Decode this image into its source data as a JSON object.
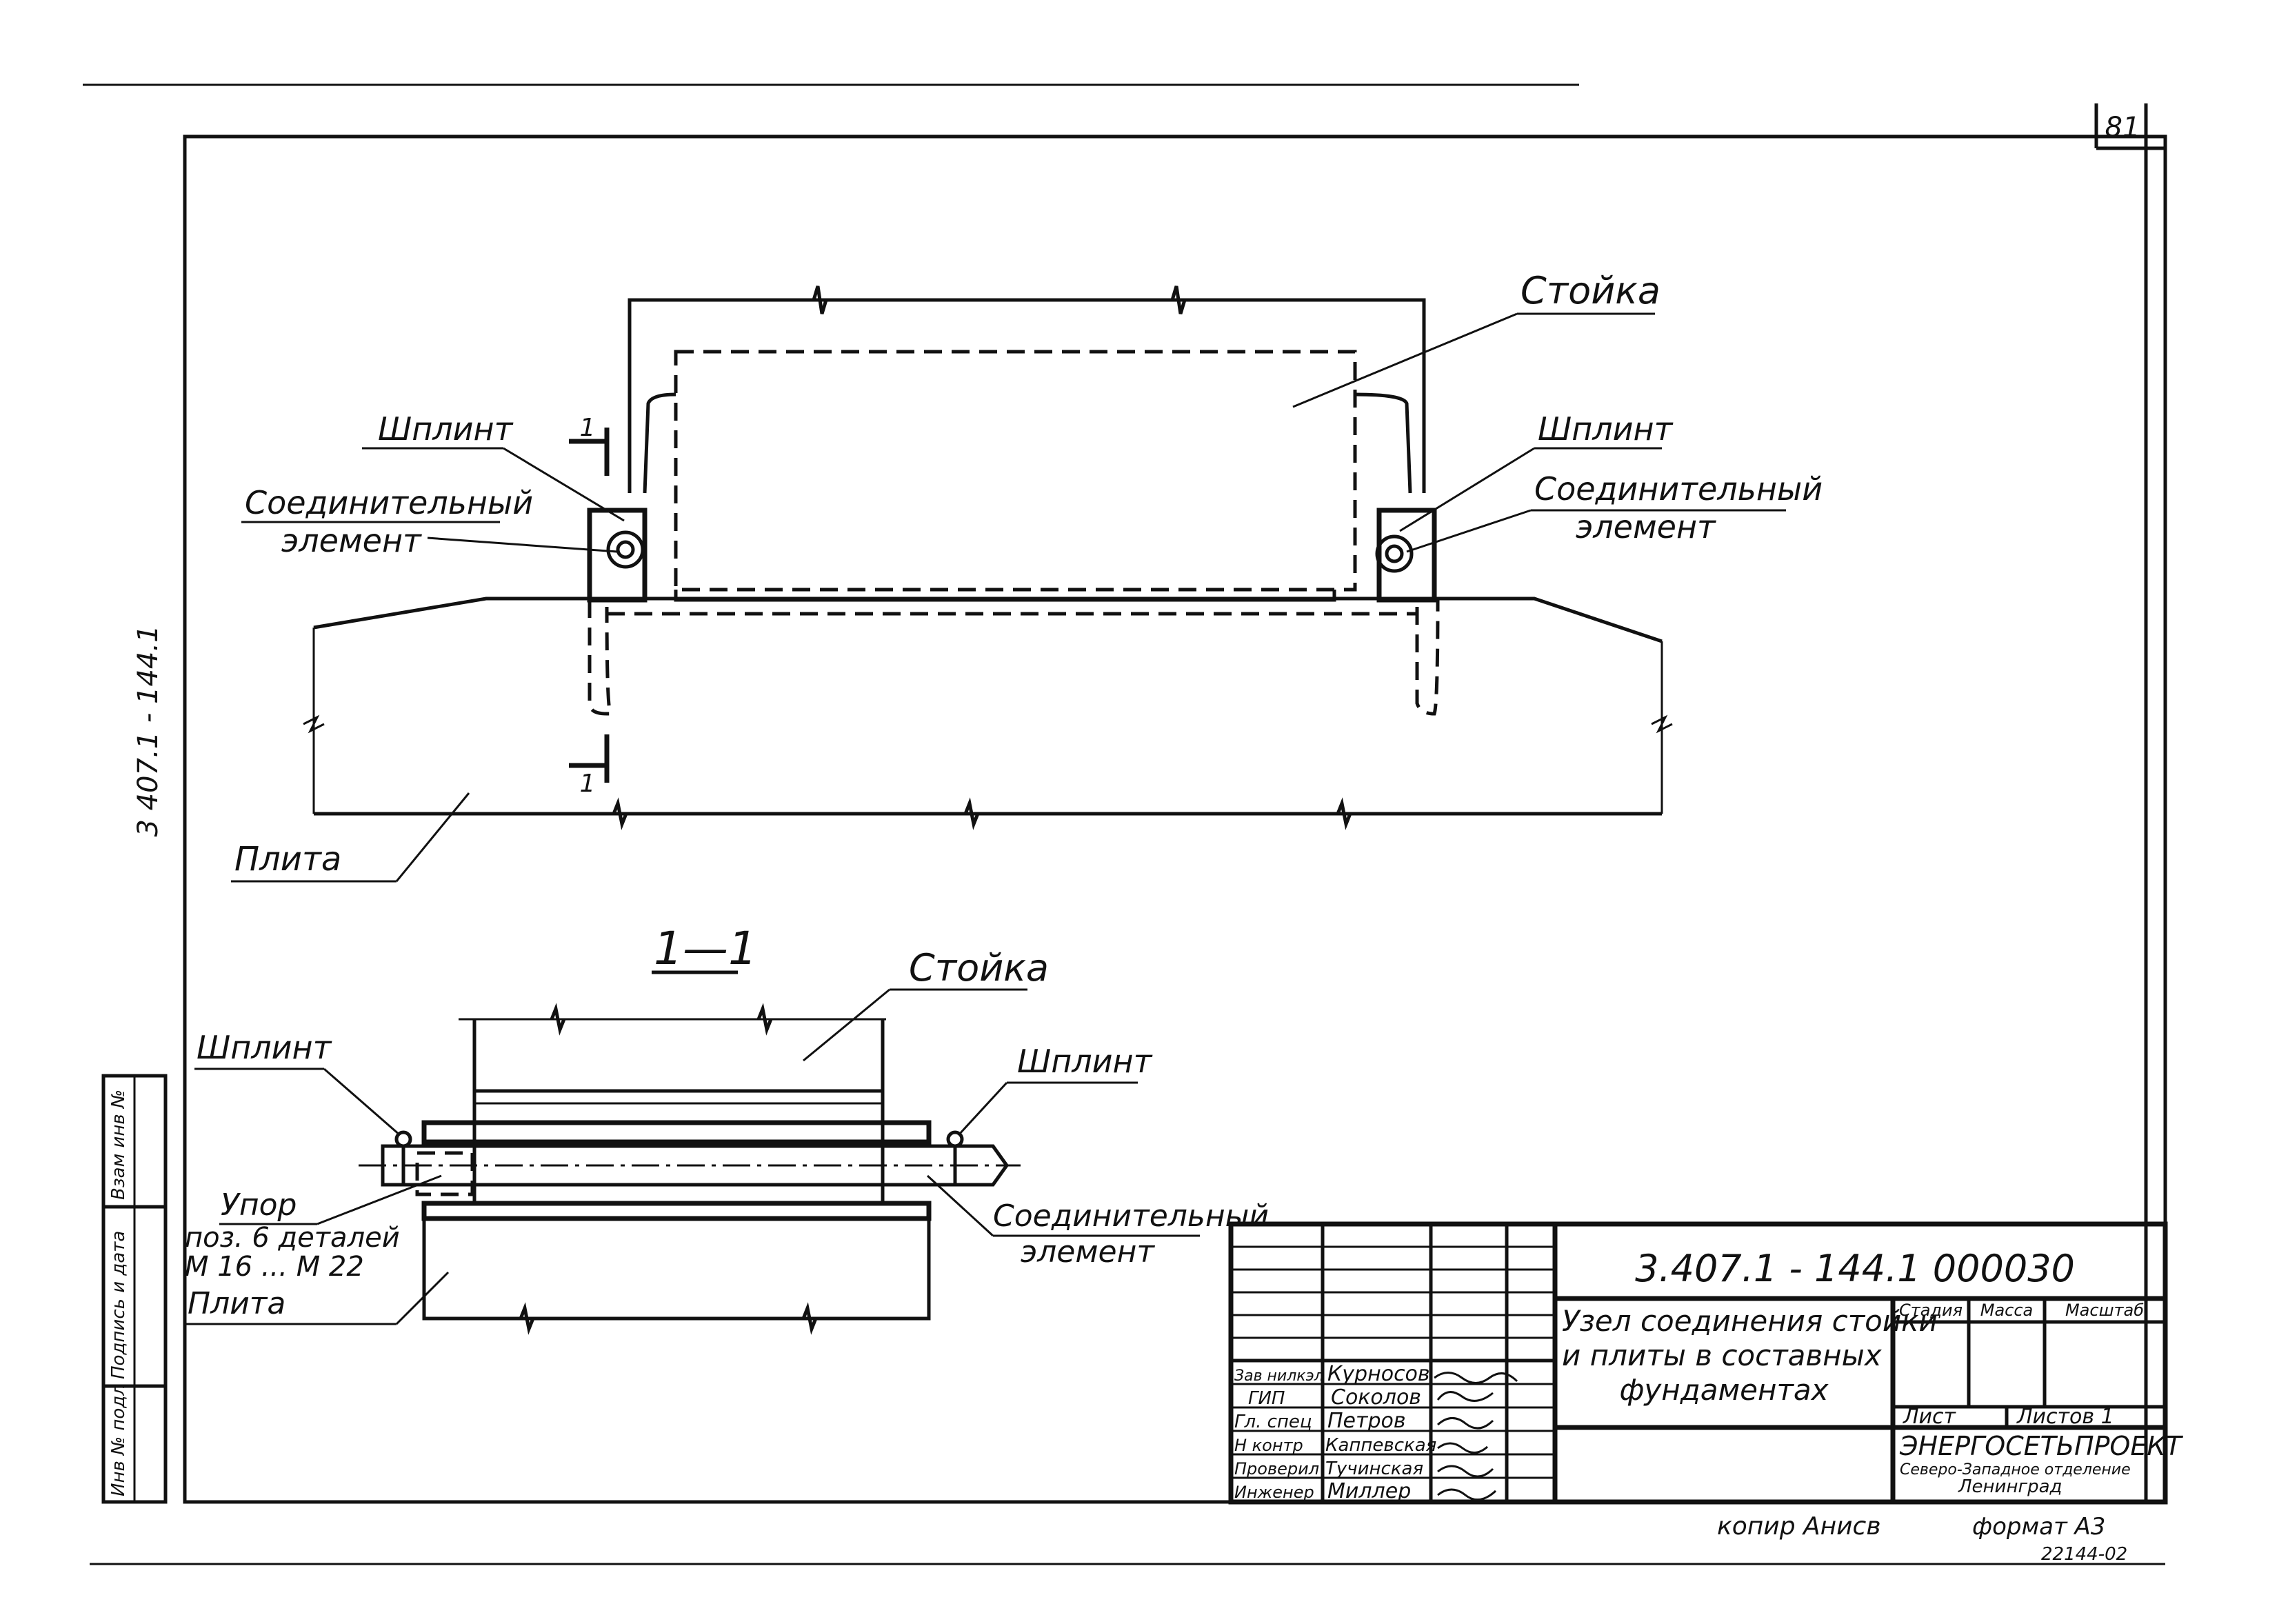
{
  "page": {
    "sheet_number": "81",
    "copier": "копир  Анисв",
    "format": "формат А3",
    "order_number": "22144-02",
    "side_code": "3 407.1 - 144.1"
  },
  "plan_view": {
    "label_stoika": "Стойка",
    "label_shplint_left": "Шплинт",
    "label_shplint_right": "Шплинт",
    "label_conn_left_1": "Соединительный",
    "label_conn_left_2": "элемент",
    "label_conn_right_1": "Соединительный",
    "label_conn_right_2": "элемент",
    "label_plita": "Плита",
    "section_mark": "1"
  },
  "section_view": {
    "title": "1—1",
    "label_stoika": "Стойка",
    "label_shplint_left": "Шплинт",
    "label_shplint_right": "Шплинт",
    "label_upor_1": "Упор",
    "label_upor_2": "поз. 6 деталей",
    "label_upor_3": "М 16 ... М 22",
    "label_plita": "Плита",
    "label_conn_1": "Соединительный",
    "label_conn_2": "элемент"
  },
  "side_stamp": [
    "Инв № подл",
    "Подпись и дата",
    "Взам инв №"
  ],
  "title_block": {
    "doc_code": "3.407.1 - 144.1  000030",
    "title_line_1": "Узел соединения стойки",
    "title_line_2": "и плиты в составных",
    "title_line_3": "фундаментах",
    "col_stage": "Стадия",
    "col_mass": "Масса",
    "col_scale": "Масштаб",
    "sheet_label": "Лист",
    "sheets_label": "Листов  1",
    "org_1": "ЭНЕРГОСЕТЬПРОЕКТ",
    "org_2": "Северо-Западное отделение",
    "org_3": "Ленинград",
    "roles": [
      {
        "role": "Зав нилкэл",
        "name": "Курносов"
      },
      {
        "role": "ГИП",
        "name": "Соколов"
      },
      {
        "role": "Гл. спец",
        "name": "Петров"
      },
      {
        "role": "Н контр",
        "name": "Каппевская"
      },
      {
        "role": "Проверил",
        "name": "Тучинская"
      },
      {
        "role": "Инженер",
        "name": "Миллер"
      }
    ]
  }
}
